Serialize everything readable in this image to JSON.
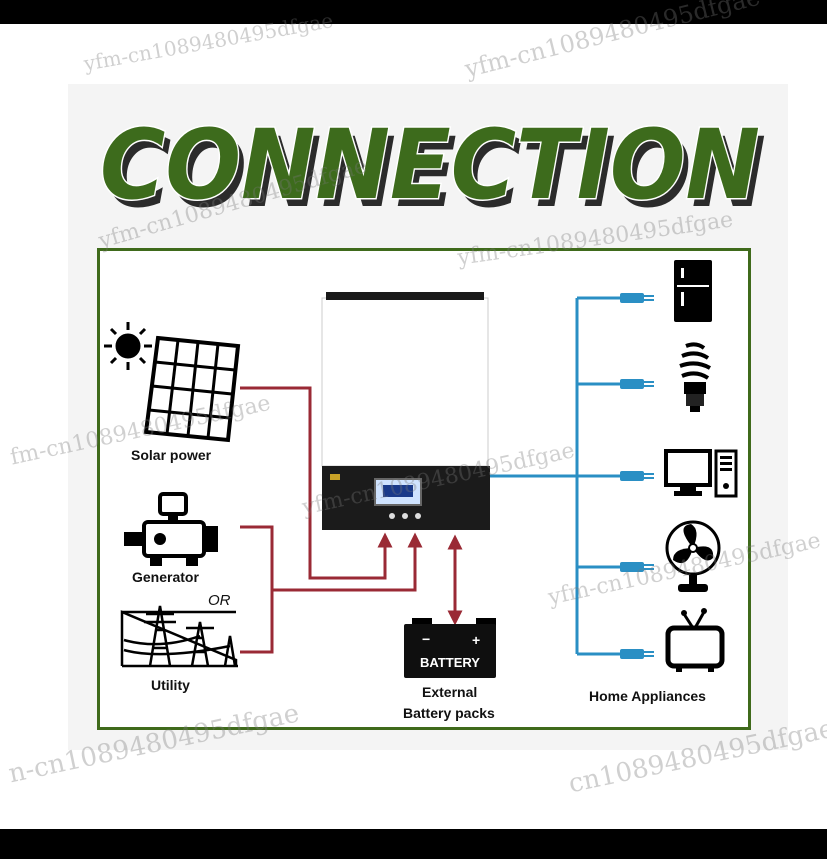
{
  "title": "CONNECTION",
  "labels": {
    "solar": "Solar power",
    "generator": "Generator",
    "or": "OR",
    "utility": "Utility",
    "battery_sign": "BATTERY",
    "battery_line1": "External",
    "battery_line2": "Battery packs",
    "appliances": "Home Appliances"
  },
  "watermarks": {
    "w1": "yfm-cn1089480495dfgae",
    "w2": "yfm-cn1089480495dfgae",
    "w3": "yfm-cn1089480495dfgae",
    "w4": "yfm-cn1089480495dfgae",
    "w5": "fm-cn1089480495dfgae",
    "w6": "yfm-cn1089480495dfgae",
    "w7": "yfm-cn1089480495dfgae",
    "w8": "n-cn1089480495dfgae",
    "w9": "cn1089480495dfgae"
  },
  "colors": {
    "title_fill": "#3d6b1c",
    "frame": "#3f6a1b",
    "input_lines": "#9a2a35",
    "output_lines": "#2a8fc4"
  },
  "icons": [
    "sun-icon",
    "solar-panel-icon",
    "generator-icon",
    "utility-tower-icon",
    "inverter-icon",
    "battery-icon",
    "fridge-icon",
    "bulb-icon",
    "computer-icon",
    "fan-icon",
    "tv-icon",
    "plug-icon"
  ]
}
